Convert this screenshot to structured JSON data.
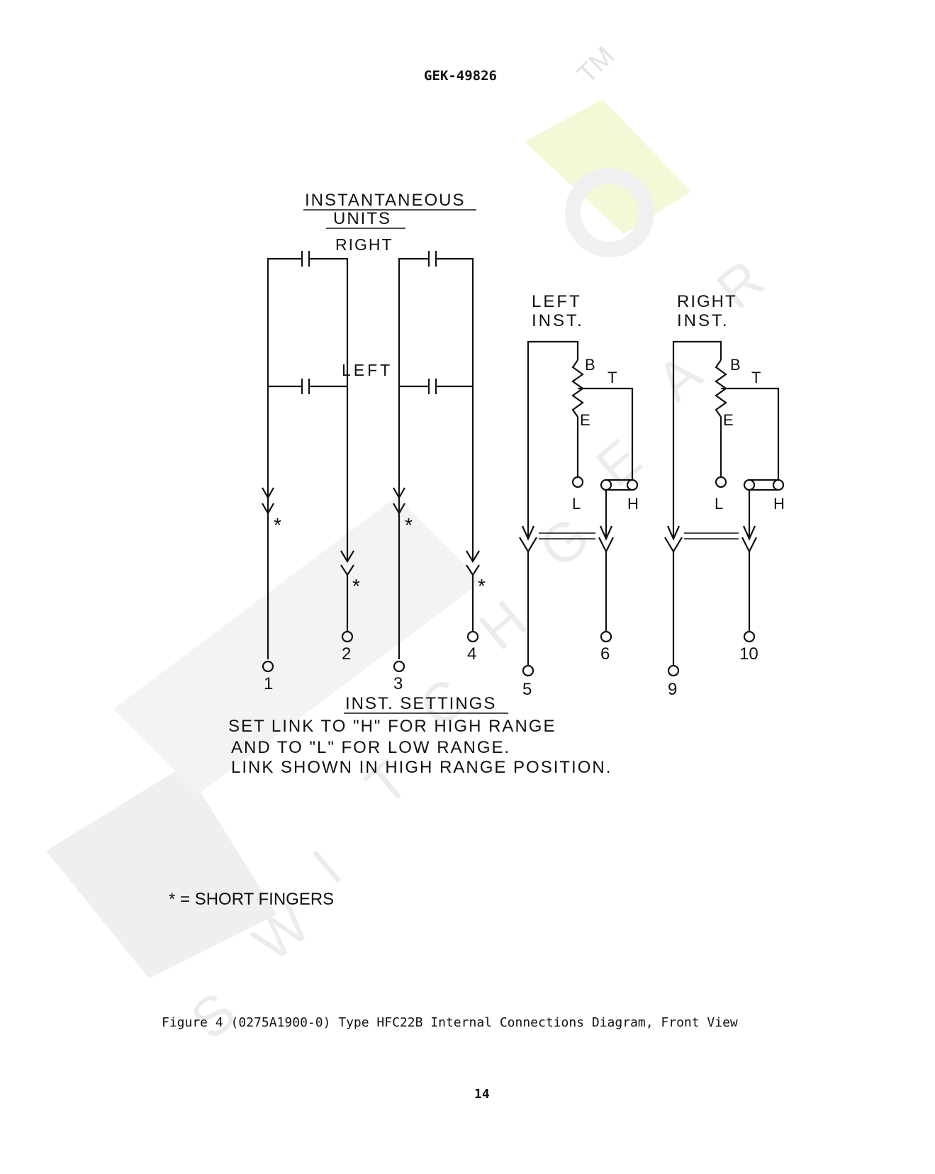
{
  "header": {
    "doc_number": "GEK-49826"
  },
  "watermark": {
    "tm": "TM",
    "letters": [
      "S",
      "W",
      "I",
      "T",
      "C",
      "H",
      "G",
      "E",
      "A",
      "R"
    ]
  },
  "diagram": {
    "title_line1": "INSTANTANEOUS",
    "title_line2": "UNITS",
    "right_label": "RIGHT",
    "left_label": "LEFT",
    "left_inst_line1": "LEFT",
    "left_inst_line2": "INST.",
    "right_inst_line1": "RIGHT",
    "right_inst_line2": "INST.",
    "tap_b": "B",
    "tap_t": "T",
    "tap_e": "E",
    "link_l": "L",
    "link_h": "H",
    "terminals": [
      "1",
      "2",
      "3",
      "4",
      "5",
      "6",
      "9",
      "10"
    ],
    "short_finger_mark": "*"
  },
  "notes": {
    "heading": "INST. SETTINGS",
    "line1": "SET LINK TO \"H\" FOR HIGH RANGE",
    "line2": "AND TO \"L\" FOR LOW RANGE.",
    "line3": "LINK SHOWN IN HIGH RANGE POSITION.",
    "legend": "* = SHORT FINGERS"
  },
  "figure_caption": "Figure 4 (0275A1900-0) Type HFC22B Internal Connections Diagram, Front View",
  "page_number": "14"
}
